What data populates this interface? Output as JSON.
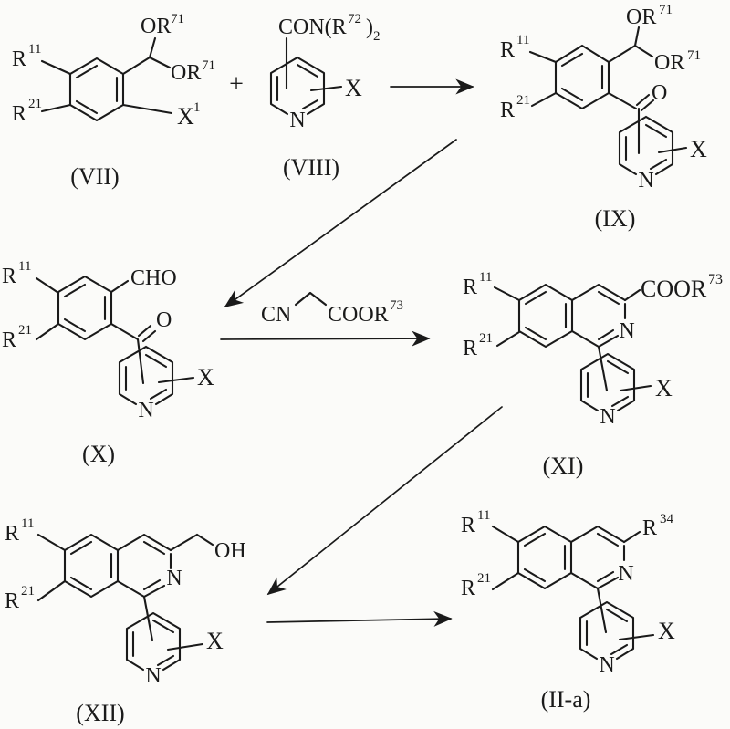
{
  "colors": {
    "ink": "#1a1a1a",
    "background": "#fbfbf9"
  },
  "tokens": {
    "R": "R",
    "n11": "11",
    "n21": "21",
    "n34": "34",
    "n71": "71",
    "n72": "72",
    "n73": "73",
    "n1": "1",
    "n2": "2",
    "OR": "OR",
    "X": "X",
    "N": "N",
    "O": "O",
    "CHO": "CHO",
    "OH": "OH",
    "CN": "CN",
    "COOR": "COOR",
    "CON": "CON(R",
    "rparen": ")",
    "plus": "+"
  },
  "compounds": {
    "vii": {
      "label": "(VII)"
    },
    "viii": {
      "label": "(VIII)"
    },
    "ix": {
      "label": "(IX)"
    },
    "x": {
      "label": "(X)"
    },
    "xi": {
      "label": "(XI)"
    },
    "xii": {
      "label": "(XII)"
    },
    "iia": {
      "label": "(II-a)"
    }
  }
}
